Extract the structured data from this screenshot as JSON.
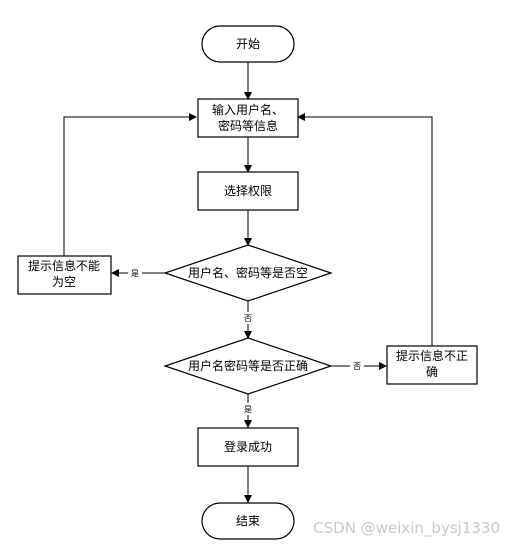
{
  "nodes": {
    "start": "开始",
    "input": [
      "输入用户名、",
      "密码等信息"
    ],
    "select": "选择权限",
    "check_empty": "用户名、密码等是否空",
    "empty_msg": [
      "提示信息不能",
      "为空"
    ],
    "check_correct": "用户名密码等是否正确",
    "wrong_msg": [
      "提示信息不正",
      "确"
    ],
    "success": "登录成功",
    "end": "结束"
  },
  "edges": {
    "yes": "是",
    "no": "否"
  },
  "watermark": "CSDN @weixin_bysj1330"
}
